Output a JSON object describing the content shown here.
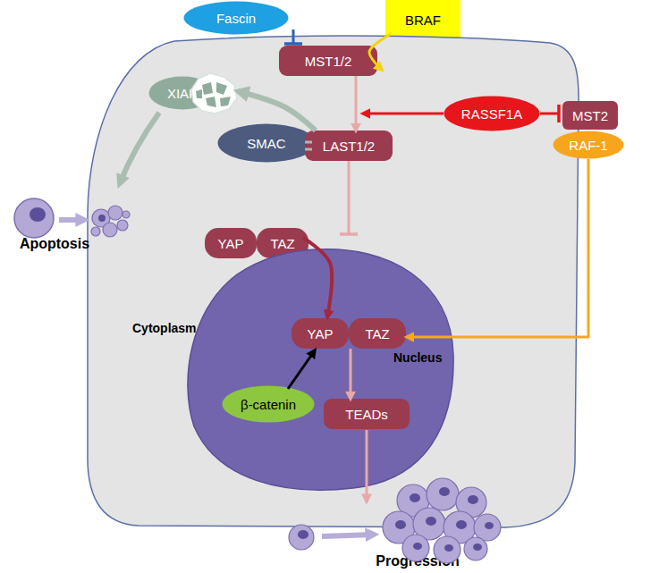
{
  "diagram": {
    "nodes": [
      {
        "text": [
          "Fascin"
        ]
      },
      {
        "text": [
          "BRAF"
        ]
      },
      {
        "text": [
          "Cytoplasm"
        ]
      },
      {
        "text": [
          "MST1/2"
        ],
        "in": 2
      },
      {
        "text": [
          "XIAP"
        ],
        "in": 2
      },
      {
        "text": [
          "RASSF1A"
        ],
        "in": 2
      },
      {
        "text": [
          "MST2"
        ]
      },
      {
        "text": [
          "RAF-1"
        ]
      },
      {
        "text": [
          "SMAC"
        ],
        "in": 2
      },
      {
        "text": [
          "LAST1/2"
        ],
        "in": 2
      },
      {
        "text": [
          "YAP"
        ],
        "in": 2
      },
      {
        "text": [
          "TAZ"
        ],
        "in": 2
      },
      {
        "text": [
          "Nucleus"
        ],
        "in": 2
      },
      {
        "text": [
          "YAP"
        ],
        "in": 12
      },
      {
        "text": [
          "TAZ"
        ],
        "in": 12
      },
      {
        "text": [
          "β-catenin"
        ],
        "in": 12
      },
      {
        "text": [
          "TEADs"
        ],
        "in": 12
      }
    ],
    "edges": [
      {
        "from": 0,
        "to": 3,
        "arrow": "to"
      },
      {
        "from": 1,
        "to": 3,
        "arrow": "to"
      },
      {
        "from": 3,
        "to": 9,
        "arrow": "to"
      },
      {
        "from": 5,
        "to": 3,
        "arrow": "to"
      },
      {
        "from": 5,
        "to": 6,
        "arrow": "to"
      },
      {
        "from": 7,
        "to": 14,
        "arrow": "to"
      },
      {
        "from": 9,
        "to": 8,
        "arrow": "none"
      },
      {
        "from": 9,
        "to": 4,
        "arrow": "to"
      },
      {
        "from": 9,
        "to": 11,
        "arrow": "to"
      },
      {
        "from": 11,
        "to": 13,
        "arrow": "to"
      },
      {
        "from": 15,
        "to": 13,
        "arrow": "to"
      },
      {
        "from": 13,
        "to": 16,
        "arrow": "to"
      }
    ],
    "labels": [
      "Apoptosis",
      "Progression"
    ]
  }
}
